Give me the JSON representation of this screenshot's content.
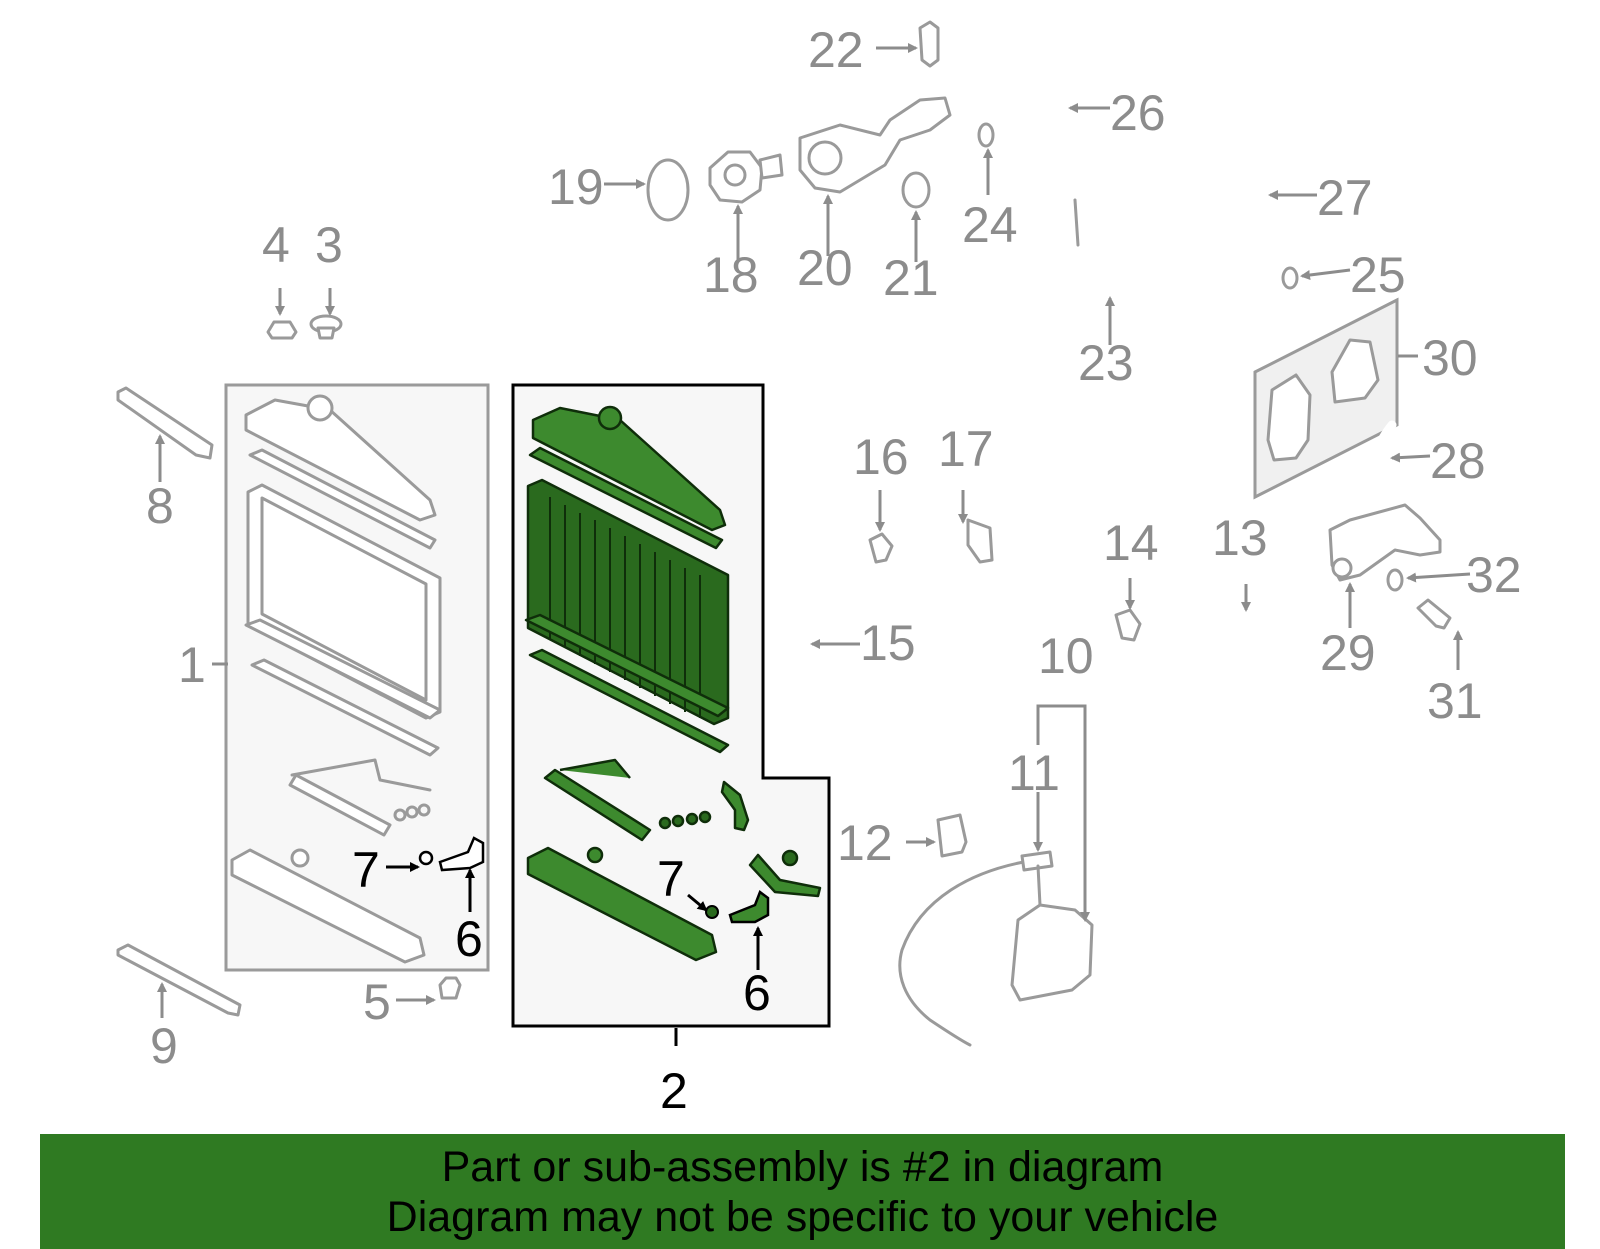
{
  "callouts": {
    "c1": "1",
    "c2": "2",
    "c3": "3",
    "c4": "4",
    "c5": "5",
    "c6a": "6",
    "c6b": "6",
    "c7a": "7",
    "c7b": "7",
    "c8": "8",
    "c9": "9",
    "c10": "10",
    "c11": "11",
    "c12": "12",
    "c13": "13",
    "c14": "14",
    "c15": "15",
    "c16": "16",
    "c17": "17",
    "c18": "18",
    "c19": "19",
    "c20": "20",
    "c21": "21",
    "c22": "22",
    "c23": "23",
    "c24": "24",
    "c25": "25",
    "c26": "26",
    "c27": "27",
    "c28": "28",
    "c29": "29",
    "c30": "30",
    "c31": "31",
    "c32": "32"
  },
  "highlighted_part": "2",
  "colors": {
    "highlight": "#3d8a2e",
    "banner": "#2f7a22",
    "callout_gray": "#8c8c8c"
  },
  "banner": {
    "line1": "Part or sub-assembly is #2 in diagram",
    "line2": "Diagram may not be specific to your vehicle"
  }
}
